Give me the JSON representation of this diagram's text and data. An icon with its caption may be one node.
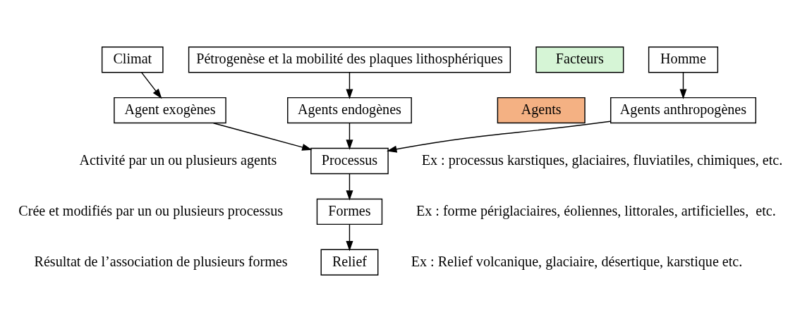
{
  "diagram": {
    "nodes": [
      {
        "text": [
          "Homme"
        ]
      },
      {
        "text": [
          "Climat"
        ]
      },
      {
        "text": [
          "Pétrogenèse et la mobilité des plaques lithosphériques"
        ]
      },
      {
        "text": [
          "Agents anthropogènes"
        ]
      },
      {
        "text": [
          "Agent exogènes"
        ]
      },
      {
        "text": [
          "Agents endogènes"
        ]
      },
      {
        "text": [
          "Processus"
        ],
        "beside": [
          "Activité par un ou plusieurs agents",
          "Ex : processus karstiques, glaciaires, fluviatiles, chimiques, etc."
        ]
      },
      {
        "text": [
          "Formes"
        ],
        "beside": [
          "Crée et modifiés par un ou plusieurs processus",
          "Ex : forme périglaciaires, éoliennes, littorales, artificielles,  etc."
        ]
      },
      {
        "text": [
          "Relief"
        ],
        "beside": [
          "Résultat de l’association de plusieurs formes",
          "Ex : Relief volcanique, glaciaire, désertique, karstique etc."
        ]
      }
    ],
    "edges": [
      {
        "from": 0,
        "to": 3,
        "arrow": "to"
      },
      {
        "from": 1,
        "to": 4,
        "arrow": "to"
      },
      {
        "from": 2,
        "to": 5,
        "arrow": "to"
      },
      {
        "from": 3,
        "to": 6,
        "arrow": "to"
      },
      {
        "from": 4,
        "to": 6,
        "arrow": "to"
      },
      {
        "from": 5,
        "to": 6,
        "arrow": "to"
      },
      {
        "from": 6,
        "to": 7,
        "arrow": "to"
      },
      {
        "from": 7,
        "to": 8,
        "arrow": "to"
      }
    ],
    "legend": [
      {
        "text": "Facteurs",
        "color": "#d6f5d6"
      },
      {
        "text": "Agents",
        "color": "#f4b183"
      }
    ]
  }
}
